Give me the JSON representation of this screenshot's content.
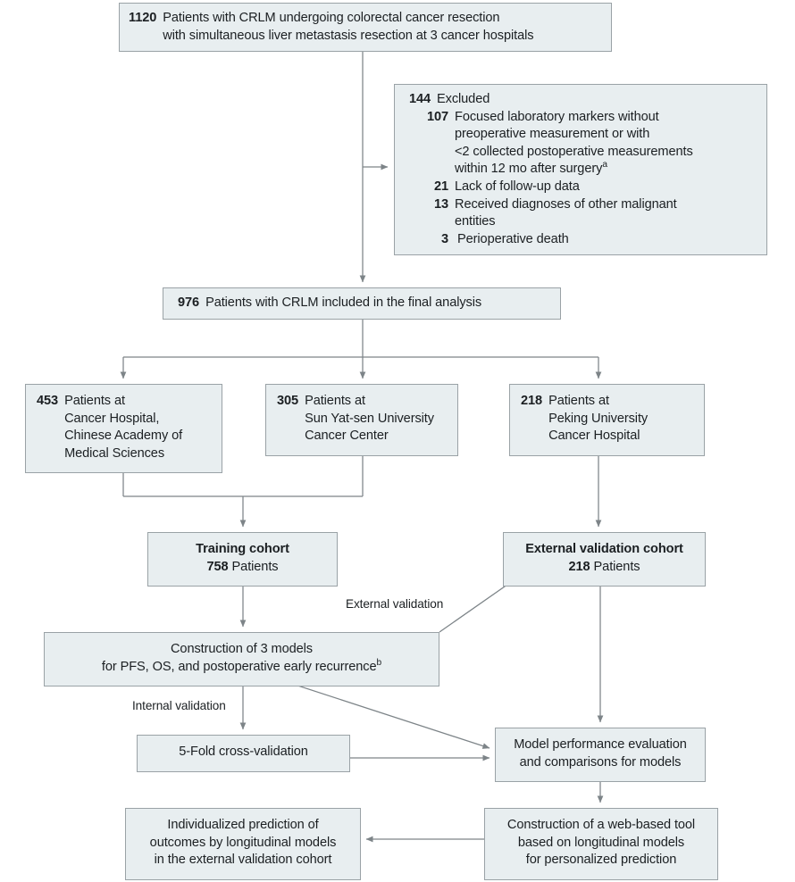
{
  "figure": {
    "type": "study-flow-diagram",
    "title": "CRLM patient selection and longitudinal model development flow diagram",
    "colors": {
      "box_fill": "#e8eef0",
      "box_border": "#9aa2a6",
      "wire": "#7d8488",
      "text": "#1b1f22",
      "background": "#ffffff"
    }
  },
  "boxes": {
    "enrolled": {
      "count": "1120",
      "line1": "Patients with CRLM undergoing colorectal cancer resection",
      "line2": "with simultaneous liver metastasis resection at 3 cancer hospitals"
    },
    "excluded": {
      "count": "144",
      "label": "Excluded",
      "reasons": [
        {
          "count": "107",
          "lines": [
            "Focused laboratory markers without",
            "preoperative measurement or with",
            "<2 collected postoperative measurements",
            "within 12 mo after surgery"
          ],
          "footnote": "a"
        },
        {
          "count": "21",
          "lines": [
            "Lack of follow-up data"
          ],
          "footnote": ""
        },
        {
          "count": "13",
          "lines": [
            "Received diagnoses of other malignant",
            "entities"
          ],
          "footnote": ""
        },
        {
          "count": "3",
          "lines": [
            "Perioperative death"
          ],
          "footnote": ""
        }
      ]
    },
    "included": {
      "count": "976",
      "label": "Patients with CRLM included in the final analysis"
    },
    "site_cams": {
      "count": "453",
      "lines": [
        "Patients at",
        "Cancer Hospital,",
        "Chinese Academy of",
        "Medical Sciences"
      ]
    },
    "site_sysu": {
      "count": "305",
      "lines": [
        "Patients at",
        "Sun Yat-sen University",
        "Cancer Center"
      ]
    },
    "site_puch": {
      "count": "218",
      "lines": [
        "Patients at",
        "Peking University",
        "Cancer Hospital"
      ]
    },
    "training_cohort": {
      "title": "Training cohort",
      "count": "758",
      "unit": "Patients"
    },
    "external_validation_cohort": {
      "title": "External validation cohort",
      "count": "218",
      "unit": "Patients"
    },
    "models": {
      "line1": "Construction of 3 models",
      "line2": "for PFS, OS, and postoperative early recurrence",
      "footnote": "b"
    },
    "cross_validation": {
      "label": "5-Fold cross-validation"
    },
    "performance": {
      "line1": "Model performance evaluation",
      "line2": "and comparisons for models"
    },
    "individualized": {
      "line1": "Individualized prediction of",
      "line2": "outcomes by longitudinal models",
      "line3": "in the external validation cohort"
    },
    "web_tool": {
      "line1": "Construction of a web-based tool",
      "line2": "based on longitudinal models",
      "line3": "for personalized prediction"
    }
  },
  "wire_labels": {
    "external_validation": "External validation",
    "internal_validation": "Internal validation"
  }
}
